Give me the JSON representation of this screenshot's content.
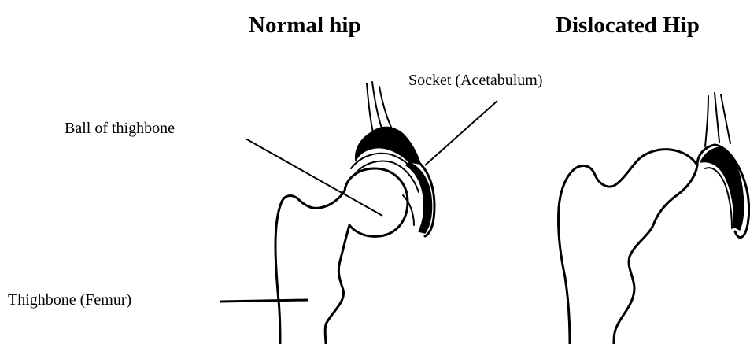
{
  "titles": {
    "normal": "Normal hip",
    "dislocated": "Dislocated Hip"
  },
  "labels": {
    "socket": "Socket (Acetabulum)",
    "ball": "Ball of thighbone",
    "femur": "Thighbone (Femur)"
  },
  "colors": {
    "line": "#000000",
    "background": "#ffffff"
  }
}
